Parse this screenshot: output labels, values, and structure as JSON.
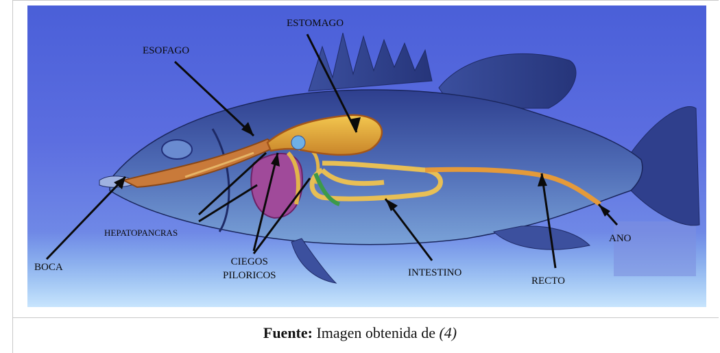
{
  "figure": {
    "labels": {
      "estomago": "ESTOMAGO",
      "esofago": "ESOFAGO",
      "hepatopancras": "HEPATOPANCRAS",
      "boca": "BOCA",
      "ciegos": "CIEGOS\nPILORICOS",
      "intestino": "INTESTINO",
      "recto": "RECTO",
      "ano": "ANO"
    }
  },
  "caption": {
    "label": "Fuente:",
    "text": " Imagen obtenida de ",
    "ref": "(4)"
  }
}
